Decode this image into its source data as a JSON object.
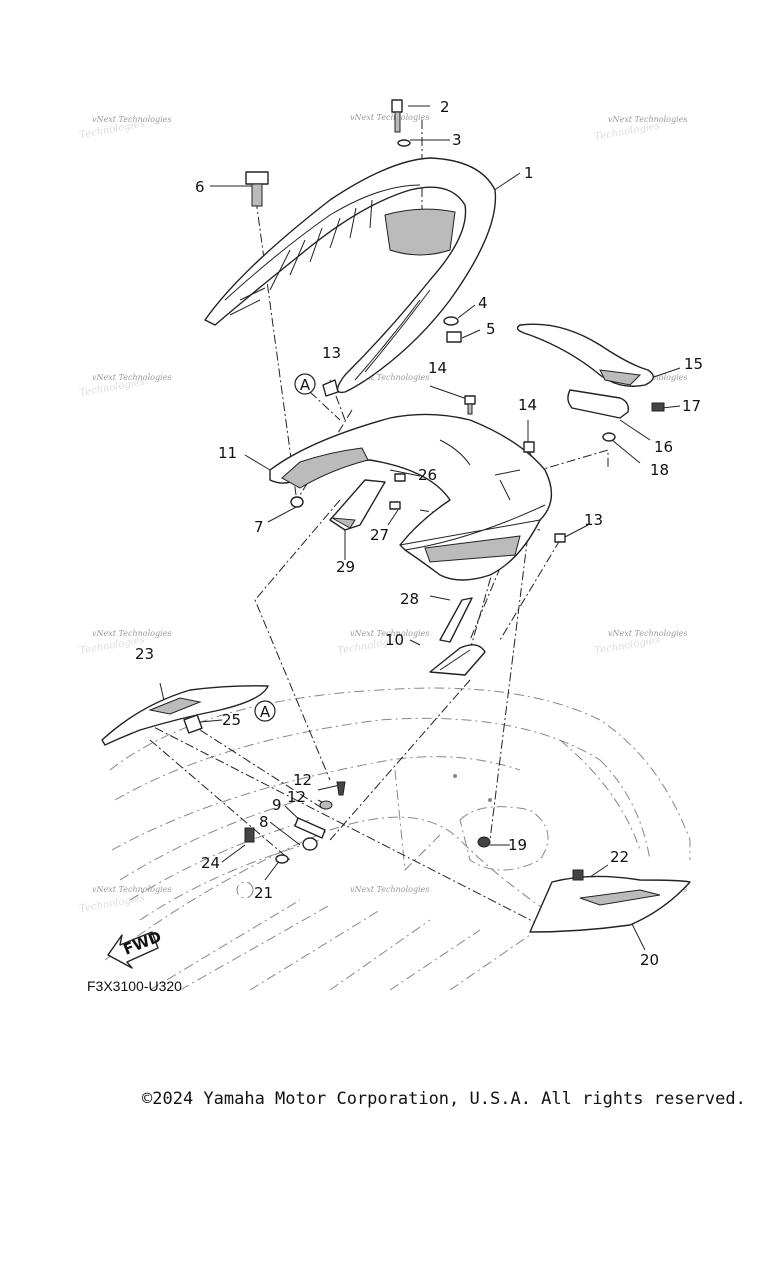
{
  "figure_code": "F3X3100-U320",
  "copyright": "©2024 Yamaha Motor Corporation, U.S.A. All rights reserved.",
  "watermark": "vNext Technologies",
  "fwd_label": "FWD",
  "reference_marker": "A",
  "callouts": {
    "c1": "1",
    "c2": "2",
    "c3": "3",
    "c4": "4",
    "c5": "5",
    "c6": "6",
    "c7": "7",
    "c8": "8",
    "c9": "9",
    "c10": "10",
    "c11": "11",
    "c12a": "12",
    "c12b": "12",
    "c13a": "13",
    "c13b": "13",
    "c14a": "14",
    "c14b": "14",
    "c15": "15",
    "c16": "16",
    "c17": "17",
    "c18": "18",
    "c19": "19",
    "c20": "20",
    "c21": "21",
    "c22": "22",
    "c23": "23",
    "c24": "24",
    "c25": "25",
    "c26": "26",
    "c27": "27",
    "c28": "28",
    "c29": "29"
  }
}
